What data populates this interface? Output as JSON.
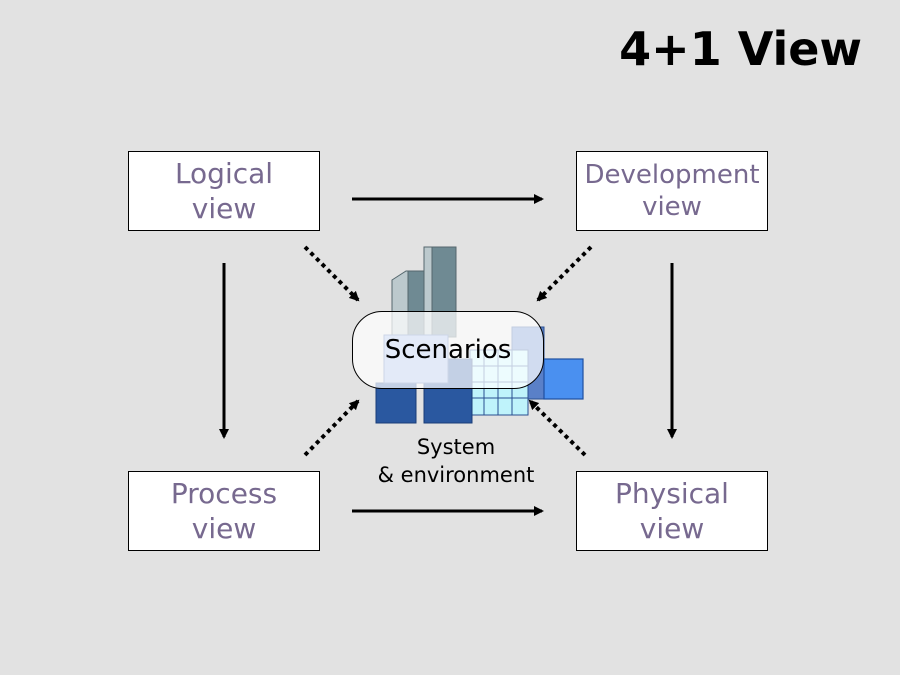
{
  "title": "4+1 View",
  "views": {
    "logical": {
      "line1": "Logical",
      "line2": "view"
    },
    "development": {
      "line1": "Development",
      "line2": "view"
    },
    "process": {
      "line1": "Process",
      "line2": "view"
    },
    "physical": {
      "line1": "Physical",
      "line2": "view"
    }
  },
  "center": {
    "scenarios": "Scenarios",
    "system_line1": "System",
    "system_line2": "& environment"
  },
  "colors": {
    "background": "#e2e2e2",
    "view_text": "#77698f",
    "building_dark": "#2a58a0",
    "building_gray": "#6f8a93",
    "building_light": "#bcc9cd",
    "building_cyan": "#bff3fb",
    "building_blue": "#4a90f0"
  }
}
